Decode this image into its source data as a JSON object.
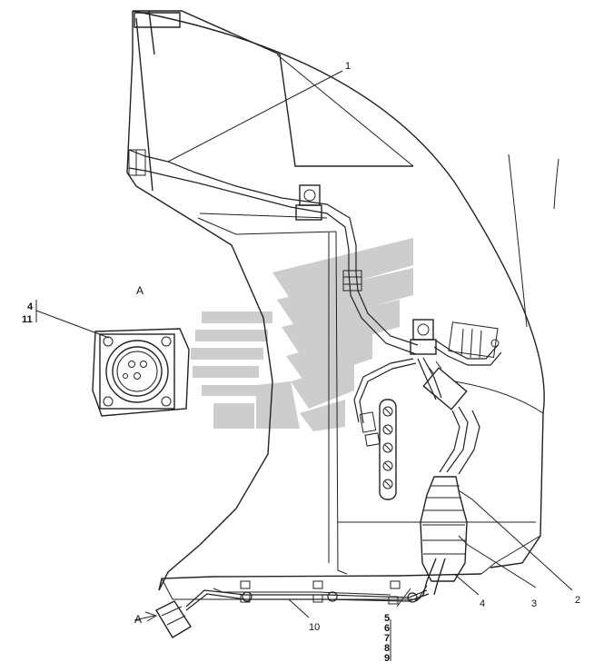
{
  "view_label": "A",
  "arrow_label": "A",
  "callouts": {
    "c1": "1",
    "c2": "2",
    "c3": "3",
    "c4": "4",
    "c10": "10"
  },
  "inset_callouts": [
    "4",
    "11"
  ],
  "stack_callouts": [
    "5",
    "6",
    "7",
    "8",
    "9"
  ],
  "colors": {
    "line": "#222222",
    "watermark": "#c8c8c8",
    "background": "#ffffff"
  }
}
